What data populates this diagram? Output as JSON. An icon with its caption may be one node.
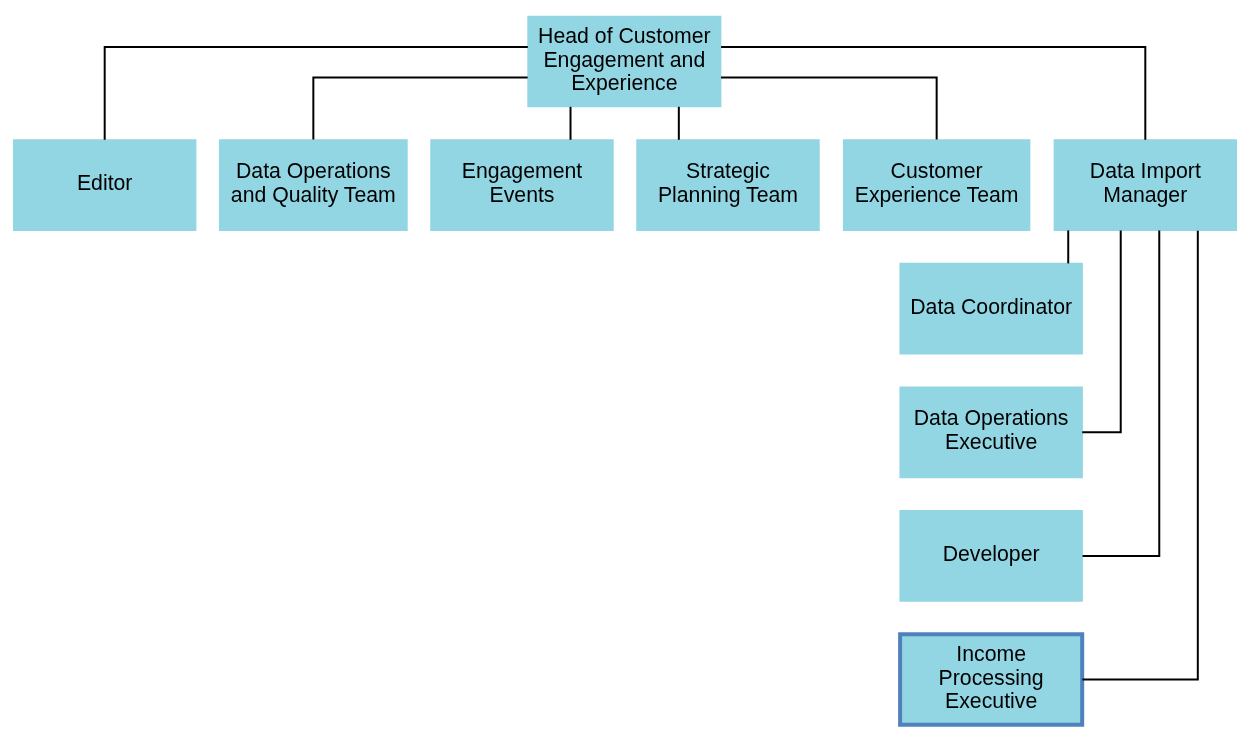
{
  "diagram": {
    "nodes": [
      {
        "text": [
          "Head of Customer Engagement and Experience"
        ]
      },
      {
        "text": [
          "Editor"
        ]
      },
      {
        "text": [
          "Data Operations and Quality Team"
        ]
      },
      {
        "text": [
          "Engagement Events"
        ]
      },
      {
        "text": [
          "Strategic Planning Team"
        ]
      },
      {
        "text": [
          "Customer Experience Team"
        ]
      },
      {
        "text": [
          "Data Import Manager"
        ]
      },
      {
        "text": [
          "Data Coordinator"
        ]
      },
      {
        "text": [
          "Data Operations Executive"
        ]
      },
      {
        "text": [
          "Developer"
        ]
      },
      {
        "text": [
          "Income Processing Executive"
        ]
      }
    ],
    "edges": [
      {
        "from": 0,
        "to": 1,
        "arrow": "none"
      },
      {
        "from": 0,
        "to": 2,
        "arrow": "none"
      },
      {
        "from": 0,
        "to": 3,
        "arrow": "none"
      },
      {
        "from": 0,
        "to": 4,
        "arrow": "none"
      },
      {
        "from": 0,
        "to": 5,
        "arrow": "none"
      },
      {
        "from": 0,
        "to": 6,
        "arrow": "none"
      },
      {
        "from": 6,
        "to": 7,
        "arrow": "none"
      },
      {
        "from": 6,
        "to": 8,
        "arrow": "none"
      },
      {
        "from": 6,
        "to": 9,
        "arrow": "none"
      },
      {
        "from": 6,
        "to": 10,
        "arrow": "none"
      }
    ]
  }
}
